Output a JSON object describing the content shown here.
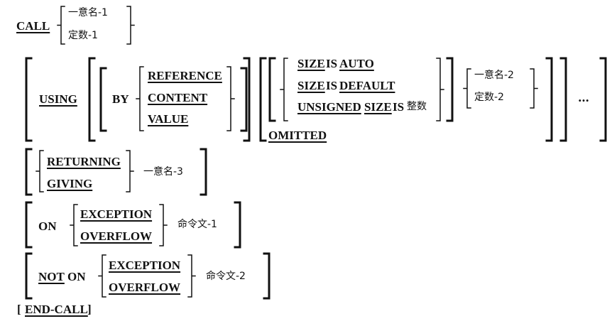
{
  "call": "CALL",
  "call_target": {
    "identifier": "一意名-1",
    "literal": "定数-1"
  },
  "using": {
    "using": "USING",
    "by": "BY",
    "modes": [
      "REFERENCE",
      "CONTENT",
      "VALUE"
    ],
    "size_clauses": [
      {
        "a": "SIZE",
        "is": "IS",
        "b": "AUTO"
      },
      {
        "a": "SIZE",
        "is": "IS",
        "b": "DEFAULT"
      },
      {
        "a": "UNSIGNED",
        "a2": "SIZE",
        "is": "IS",
        "int": "整数"
      }
    ],
    "arg_identifier": "一意名-2",
    "arg_literal": "定数-2",
    "omitted": "OMITTED",
    "ellipsis": "…"
  },
  "returning": {
    "returning": "RETURNING",
    "giving": "GIVING",
    "identifier": "一意名-3"
  },
  "on_exception": {
    "on": "ON",
    "exception": "EXCEPTION",
    "overflow": "OVERFLOW",
    "statement": "命令文-1"
  },
  "not_on_exception": {
    "not": "NOT",
    "on": "ON",
    "exception": "EXCEPTION",
    "overflow": "OVERFLOW",
    "statement": "命令文-2"
  },
  "end_call": {
    "lbracket": "[",
    "text": "END-CALL",
    "rbracket": "]"
  }
}
